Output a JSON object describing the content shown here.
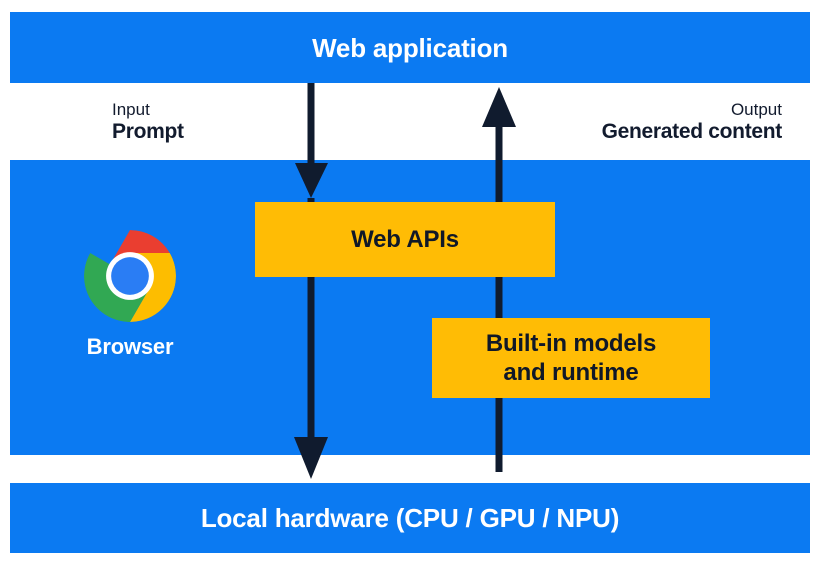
{
  "diagram": {
    "title": "Web application",
    "layers": [
      {
        "id": "web-application",
        "label": "Web application"
      },
      {
        "id": "browser",
        "label": "Browser"
      },
      {
        "id": "local-hardware",
        "label": "Local hardware (CPU / GPU / NPU)"
      }
    ],
    "flows": {
      "input": {
        "kind": "Input",
        "value": "Prompt",
        "direction": "down",
        "icon": "arrow-down-icon"
      },
      "output": {
        "kind": "Output",
        "value": "Generated content",
        "direction": "up",
        "icon": "arrow-up-icon"
      }
    },
    "components": [
      {
        "id": "web-apis",
        "label": "Web APIs"
      },
      {
        "id": "builtin-models",
        "line1": "Built-in models",
        "line2": "and runtime"
      }
    ],
    "browser_icon": {
      "name": "chrome-logo-icon",
      "label": "Browser"
    },
    "colors": {
      "layer_blue": "#0B7AF2",
      "component_yellow": "#FFBC05",
      "arrow_navy": "#101B2E",
      "label_navy": "#121B2E",
      "layer_text": "#FFFFFF",
      "chrome_red": "#EA3E30",
      "chrome_yellow": "#FDBD00",
      "chrome_green": "#31A853",
      "chrome_blue": "#2A7DF4"
    }
  }
}
